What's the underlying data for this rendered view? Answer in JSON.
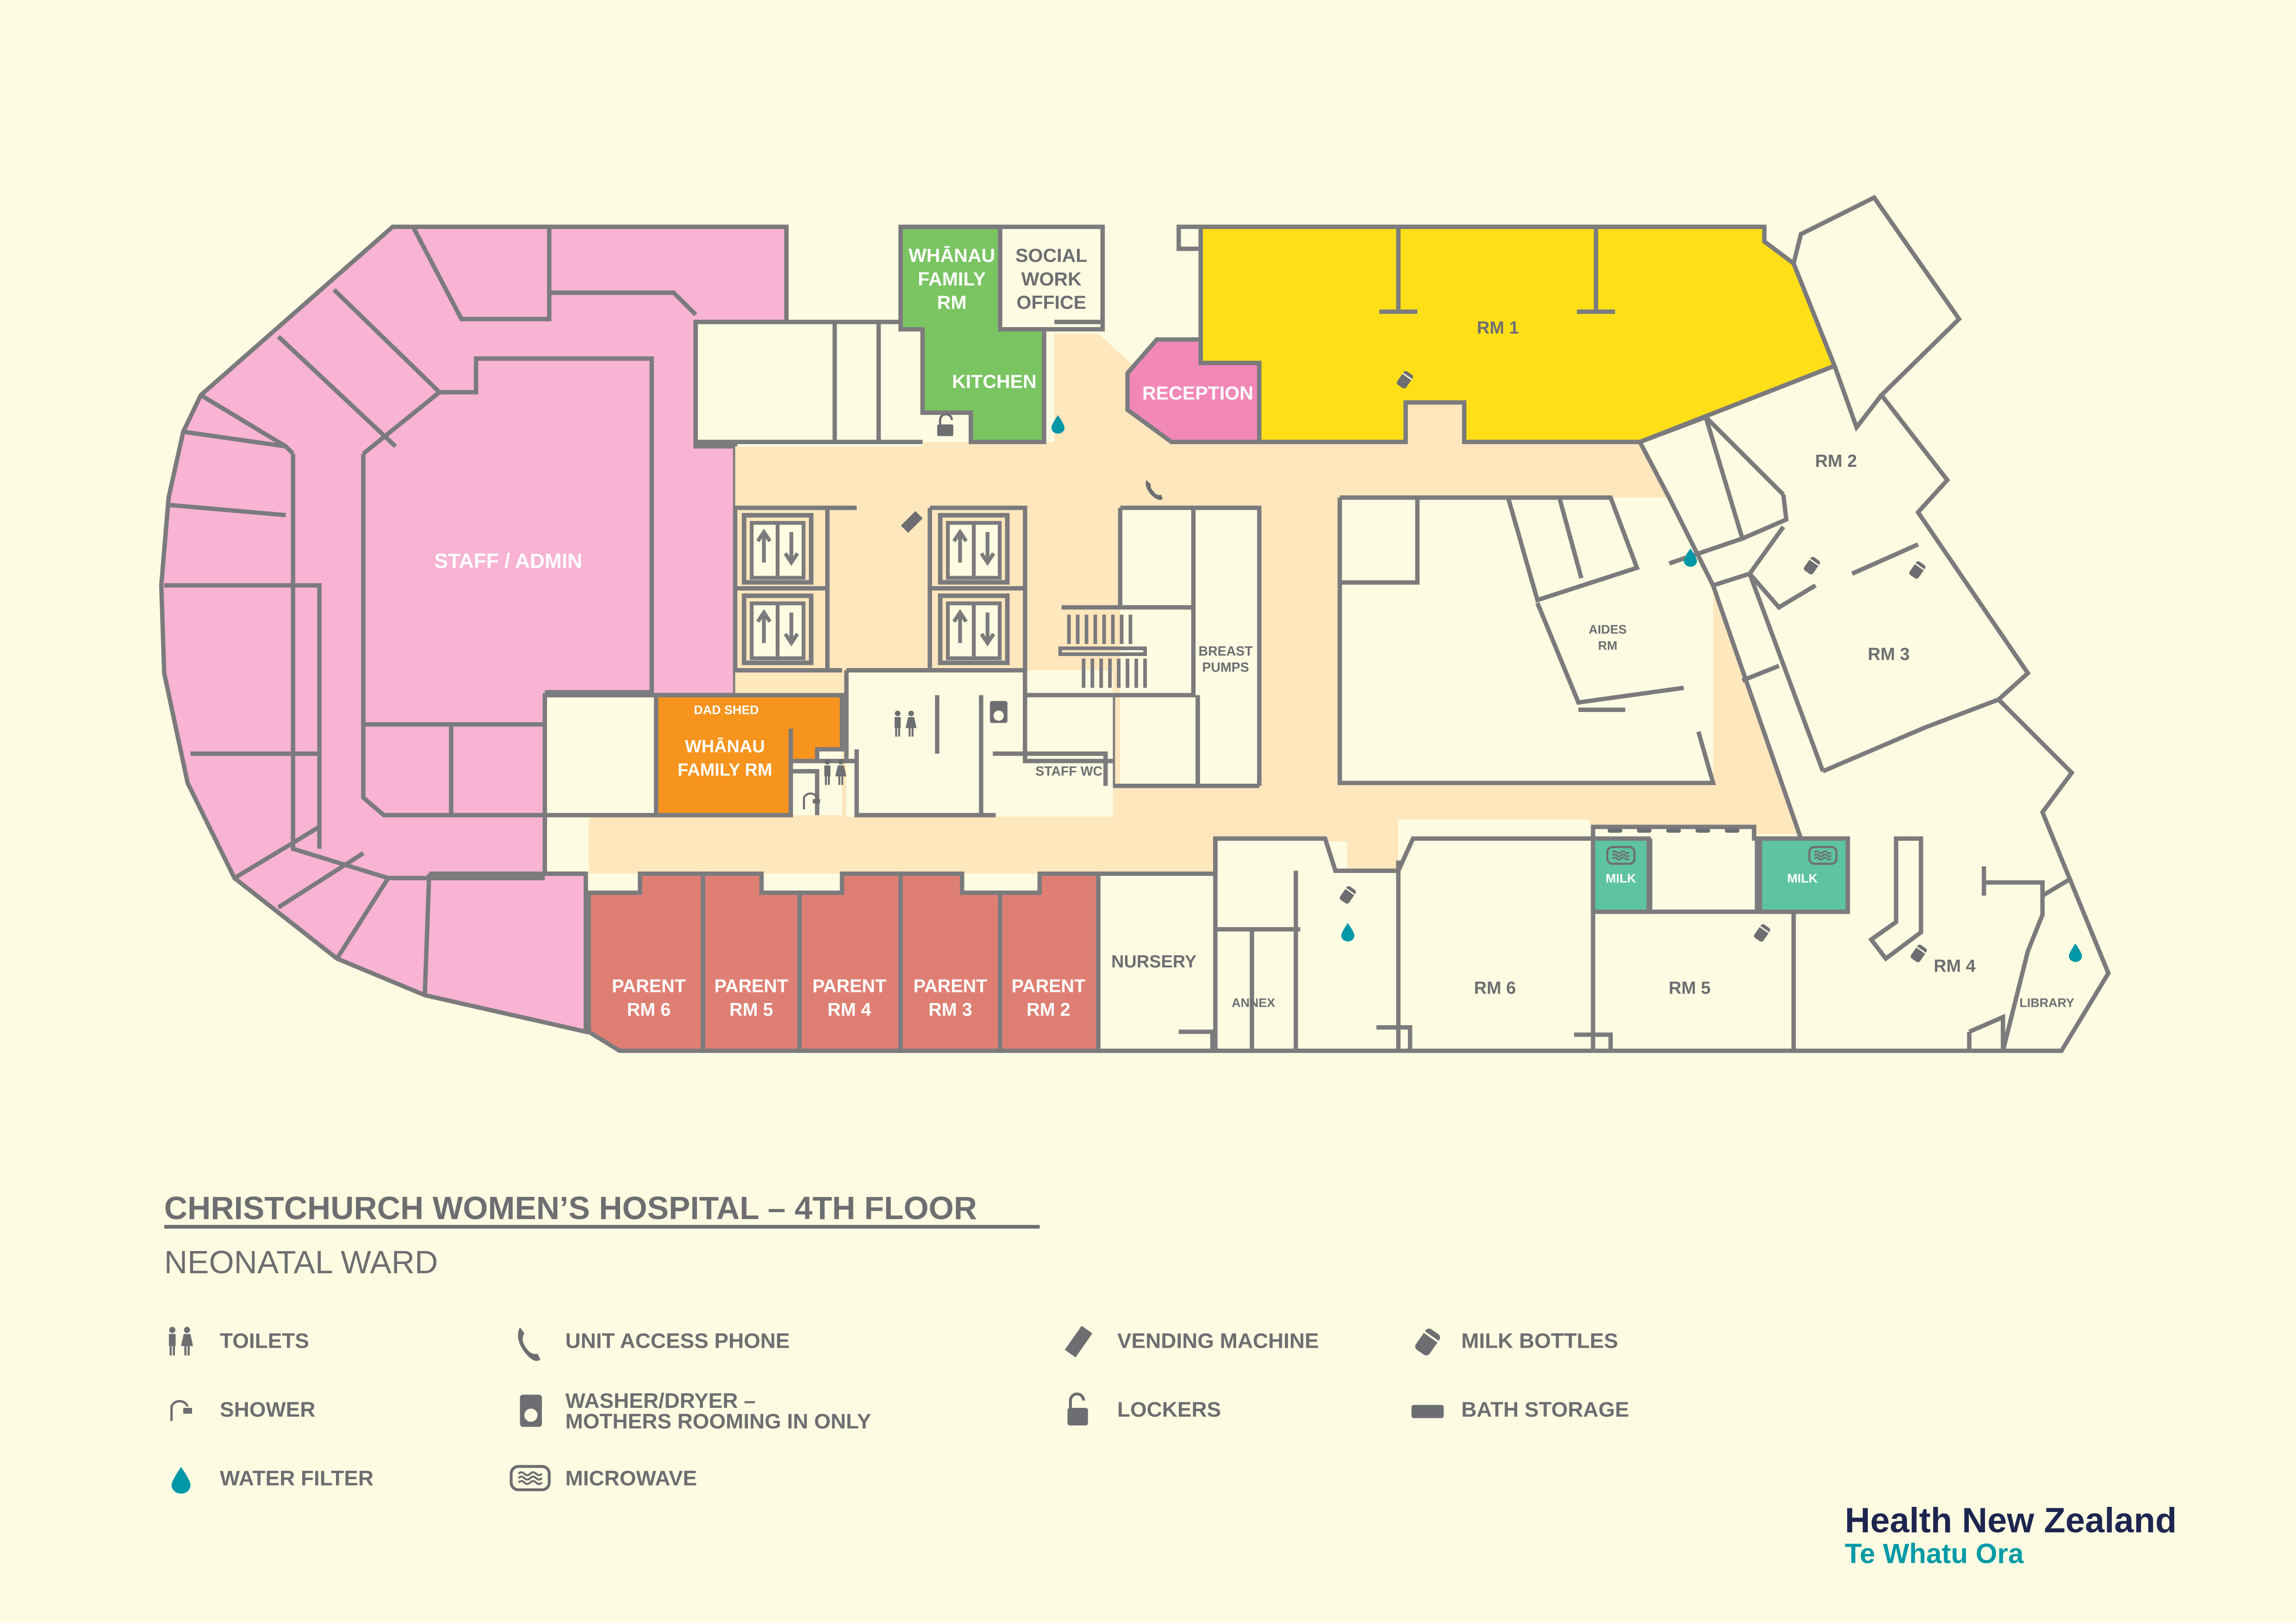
{
  "colors": {
    "background": "#fdfce3",
    "walls": "#7b7b7d",
    "staff_admin": "#f8b4d2",
    "corridor": "#fee6bd",
    "rm1": "#ffdf18",
    "whanau_green": "#7ac462",
    "whanau_orange": "#f6941e",
    "parent_rooms": "#df7f74",
    "reception": "#f288b8",
    "milk": "#5ec3a2",
    "water_filter": "#0097a7",
    "brand_navy": "#1d2550",
    "brand_teal": "#009aa6"
  },
  "map": {
    "rooms": {
      "whanau_family_rm_top": [
        "WHĀNAU",
        "FAMILY",
        "RM"
      ],
      "social_work_office": [
        "SOCIAL",
        "WORK",
        "OFFICE"
      ],
      "kitchen": "KITCHEN",
      "reception": "RECEPTION",
      "rm1": "RM 1",
      "rm2": "RM 2",
      "rm3": "RM 3",
      "rm4": "RM 4",
      "rm5": "RM 5",
      "rm6": "RM 6",
      "staff_admin": "STAFF / ADMIN",
      "dad_shed": "DAD SHED",
      "whanau_family_rm_orange": [
        "WHĀNAU",
        "FAMILY RM"
      ],
      "breast_pumps": [
        "BREAST",
        "PUMPS"
      ],
      "aides_rm": [
        "AIDES",
        "RM"
      ],
      "staff_wc": "STAFF WC",
      "milk_left": "MILK",
      "milk_right": "MILK",
      "nursery": "NURSERY",
      "annex": "ANNEX",
      "library": "LIBRARY",
      "parent_rooms": [
        [
          "PARENT",
          "RM 6"
        ],
        [
          "PARENT",
          "RM 5"
        ],
        [
          "PARENT",
          "RM 4"
        ],
        [
          "PARENT",
          "RM 3"
        ],
        [
          "PARENT",
          "RM 2"
        ]
      ]
    }
  },
  "title": "CHRISTCHURCH WOMEN’S HOSPITAL – 4TH FLOOR",
  "subtitle": "NEONATAL WARD",
  "legend": [
    {
      "icon": "toilets-icon",
      "label": "TOILETS"
    },
    {
      "icon": "phone-icon",
      "label": "UNIT ACCESS PHONE"
    },
    {
      "icon": "vending-machine-icon",
      "label": "VENDING MACHINE"
    },
    {
      "icon": "milk-bottles-icon",
      "label": "MILK BOTTLES"
    },
    {
      "icon": "shower-icon",
      "label": "SHOWER"
    },
    {
      "icon": "washer-dryer-icon",
      "label": [
        "WASHER/DRYER –",
        "MOTHERS ROOMING IN ONLY"
      ]
    },
    {
      "icon": "lockers-icon",
      "label": "LOCKERS"
    },
    {
      "icon": "bath-storage-icon",
      "label": "BATH STORAGE"
    },
    {
      "icon": "water-filter-icon",
      "label": "WATER FILTER"
    },
    {
      "icon": "microwave-icon",
      "label": "MICROWAVE"
    }
  ],
  "brand": {
    "name": "Health New Zealand",
    "maori_name": "Te Whatu Ora"
  }
}
